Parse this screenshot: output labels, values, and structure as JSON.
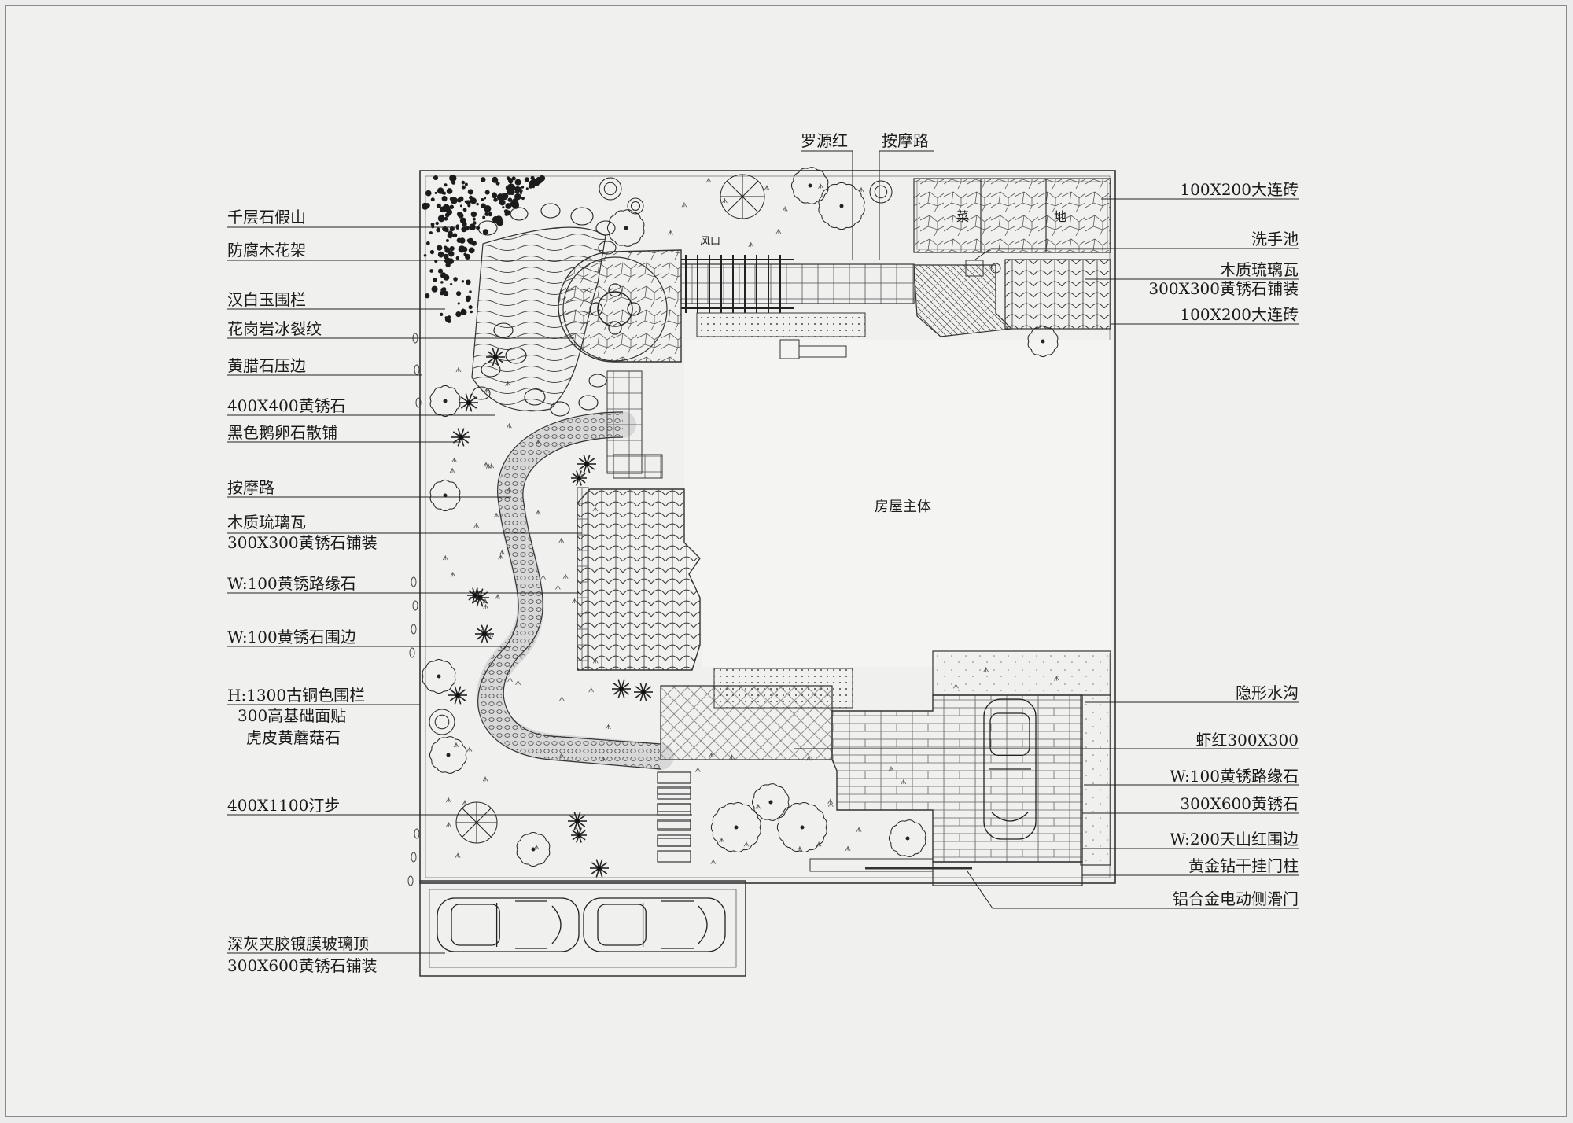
{
  "left_labels": [
    {
      "id": "rockery",
      "text": "千层石假山"
    },
    {
      "id": "pergola",
      "text": "防腐木花架"
    },
    {
      "id": "railing-white",
      "text": "汉白玉围栏"
    },
    {
      "id": "granite-ice",
      "text": "花岗岩冰裂纹"
    },
    {
      "id": "yellow-wax",
      "text": "黄腊石压边"
    },
    {
      "id": "rust-400",
      "text": "400X400黄锈石"
    },
    {
      "id": "black-pebble",
      "text": "黑色鹅卵石散铺"
    },
    {
      "id": "massage-path-l",
      "text": "按摩路"
    },
    {
      "id": "wood-tile-l1",
      "text": "木质琉璃瓦"
    },
    {
      "id": "wood-tile-l2",
      "text": "300X300黄锈石铺装"
    },
    {
      "id": "curb-rust",
      "text": "W:100黄锈路缘石"
    },
    {
      "id": "edge-rust",
      "text": "W:100黄锈石围边"
    },
    {
      "id": "fence-1",
      "text": "H:1300古铜色围栏"
    },
    {
      "id": "fence-2",
      "text": "300高基础面贴"
    },
    {
      "id": "fence-3",
      "text": "虎皮黄蘑菇石"
    },
    {
      "id": "stepping",
      "text": "400X1100汀步"
    },
    {
      "id": "carport-1",
      "text": "深灰夹胶镀膜玻璃顶"
    },
    {
      "id": "carport-2",
      "text": "300X600黄锈石铺装"
    }
  ],
  "top_labels": [
    {
      "id": "luoyuan-red",
      "text": "罗源红"
    },
    {
      "id": "massage-path-t",
      "text": "按摩路"
    }
  ],
  "right_labels": [
    {
      "id": "brick-100x200-a",
      "text": "100X200大连砖"
    },
    {
      "id": "wash-basin",
      "text": "洗手池"
    },
    {
      "id": "wood-tile-r1",
      "text": "木质琉璃瓦"
    },
    {
      "id": "wood-tile-r2",
      "text": "300X300黄锈石铺装"
    },
    {
      "id": "brick-100x200-b",
      "text": "100X200大连砖"
    },
    {
      "id": "hidden-drain",
      "text": "隐形水沟"
    },
    {
      "id": "shrimp-red",
      "text": "虾红300X300"
    },
    {
      "id": "curb-rust-r",
      "text": "W:100黄锈路缘石"
    },
    {
      "id": "rust-300x600",
      "text": "300X600黄锈石"
    },
    {
      "id": "edge-tianshan",
      "text": "W:200天山红围边"
    },
    {
      "id": "gate-post",
      "text": "黄金钻干挂门柱"
    },
    {
      "id": "sliding-gate",
      "text": "铝合金电动侧滑门"
    }
  ],
  "plan_texts": {
    "house": "房屋主体",
    "veg1": "菜",
    "veg2": "地",
    "pavilion": "风口"
  }
}
